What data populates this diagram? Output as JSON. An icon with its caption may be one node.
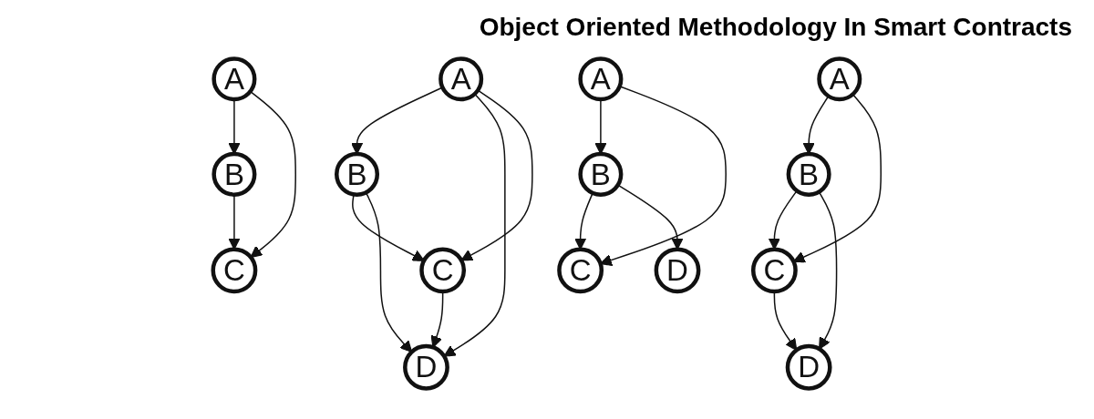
{
  "diagram": {
    "title": "Object Oriented Methodology In Smart Contracts",
    "nodes": [
      {
        "text": [
          "A"
        ]
      },
      {
        "text": [
          "B"
        ]
      },
      {
        "text": [
          "C"
        ]
      },
      {
        "text": [
          "A"
        ]
      },
      {
        "text": [
          "B"
        ]
      },
      {
        "text": [
          "C"
        ]
      },
      {
        "text": [
          "D"
        ]
      },
      {
        "text": [
          "A"
        ]
      },
      {
        "text": [
          "B"
        ]
      },
      {
        "text": [
          "C"
        ]
      },
      {
        "text": [
          "D"
        ]
      },
      {
        "text": [
          "A"
        ]
      },
      {
        "text": [
          "B"
        ]
      },
      {
        "text": [
          "C"
        ]
      },
      {
        "text": [
          "D"
        ]
      }
    ],
    "edges": [
      {
        "from": 0,
        "to": 1,
        "arrow": "to"
      },
      {
        "from": 0,
        "to": 2,
        "arrow": "to"
      },
      {
        "from": 1,
        "to": 2,
        "arrow": "to"
      },
      {
        "from": 3,
        "to": 4,
        "arrow": "to"
      },
      {
        "from": 3,
        "to": 6,
        "arrow": "to"
      },
      {
        "from": 3,
        "to": 5,
        "arrow": "to"
      },
      {
        "from": 4,
        "to": 5,
        "arrow": "to"
      },
      {
        "from": 4,
        "to": 6,
        "arrow": "to"
      },
      {
        "from": 5,
        "to": 6,
        "arrow": "to"
      },
      {
        "from": 7,
        "to": 8,
        "arrow": "to"
      },
      {
        "from": 7,
        "to": 9,
        "arrow": "to"
      },
      {
        "from": 8,
        "to": 9,
        "arrow": "to"
      },
      {
        "from": 8,
        "to": 10,
        "arrow": "to"
      },
      {
        "from": 9,
        "to": 10,
        "arrow": "to"
      },
      {
        "from": 11,
        "to": 12,
        "arrow": "to"
      },
      {
        "from": 11,
        "to": 13,
        "arrow": "to"
      },
      {
        "from": 12,
        "to": 13,
        "arrow": "to"
      },
      {
        "from": 12,
        "to": 14,
        "arrow": "to"
      }
    ]
  }
}
